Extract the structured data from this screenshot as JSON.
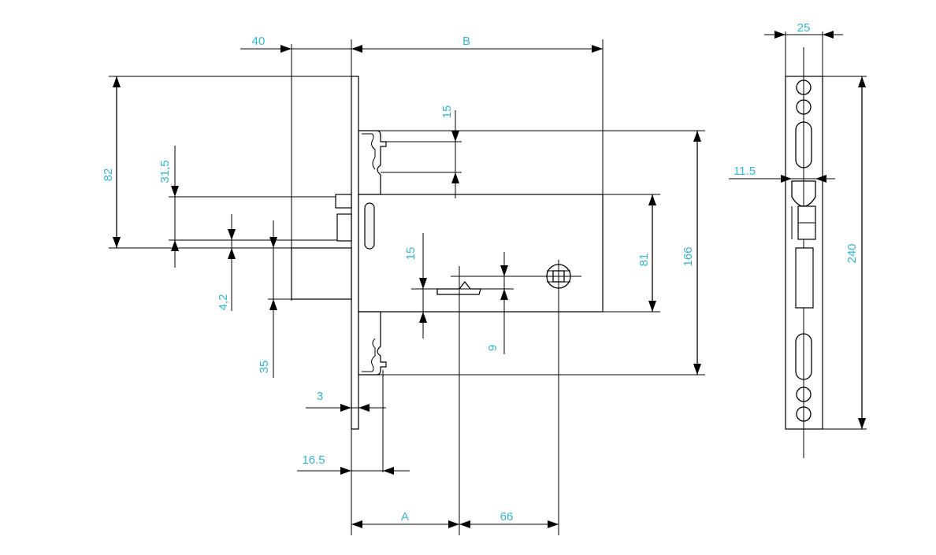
{
  "colors": {
    "label": "#33b6d6",
    "line": "#000000",
    "part_fill": "#ffffff"
  },
  "labels": {
    "dim_40": "40",
    "dim_B": "B",
    "dim_82": "82",
    "dim_31_5": "31,5",
    "dim_15_top": "15",
    "dim_15_mid": "15",
    "dim_4_2": "4,2",
    "dim_35": "35",
    "dim_3": "3",
    "dim_16_5": "16.5",
    "dim_A": "A",
    "dim_66": "66",
    "dim_9": "9",
    "dim_81": "81",
    "dim_166": "166",
    "dim_25": "25",
    "dim_11_5": "11.5",
    "dim_240": "240"
  }
}
